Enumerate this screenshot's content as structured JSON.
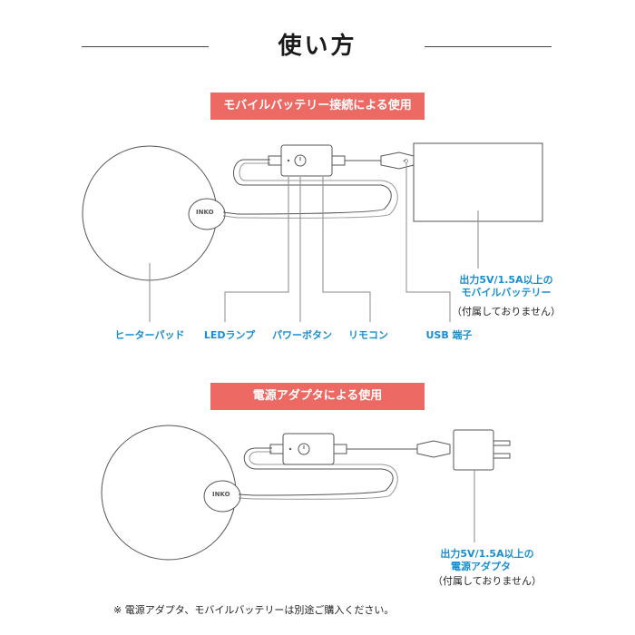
{
  "title": "使い方",
  "section1": {
    "banner": "モバイルバッテリー接続による使用",
    "pad_logo": "INKO",
    "labels": {
      "heater_pad": "ヒーターパッド",
      "led_lamp": "LEDランプ",
      "power_button": "パワーボタン",
      "remote": "リモコン",
      "usb_port": "USB 端子"
    },
    "battery_spec_line1": "出力5V/1.5A以上の",
    "battery_spec_line2": "モバイルバッテリー",
    "battery_note": "（付属しておりません）"
  },
  "section2": {
    "banner": "電源アダプタによる使用",
    "pad_logo": "INKO",
    "adapter_spec_line1": "出力5V/1.5A以上の",
    "adapter_spec_line2": "電源アダプタ",
    "adapter_note": "（付属しておりません）"
  },
  "footnote": "※ 電源アダプタ、モバイルバッテリーは別途ご購入ください。",
  "colors": {
    "banner": "#ec6a63",
    "label_blue": "#1a8fd0"
  }
}
